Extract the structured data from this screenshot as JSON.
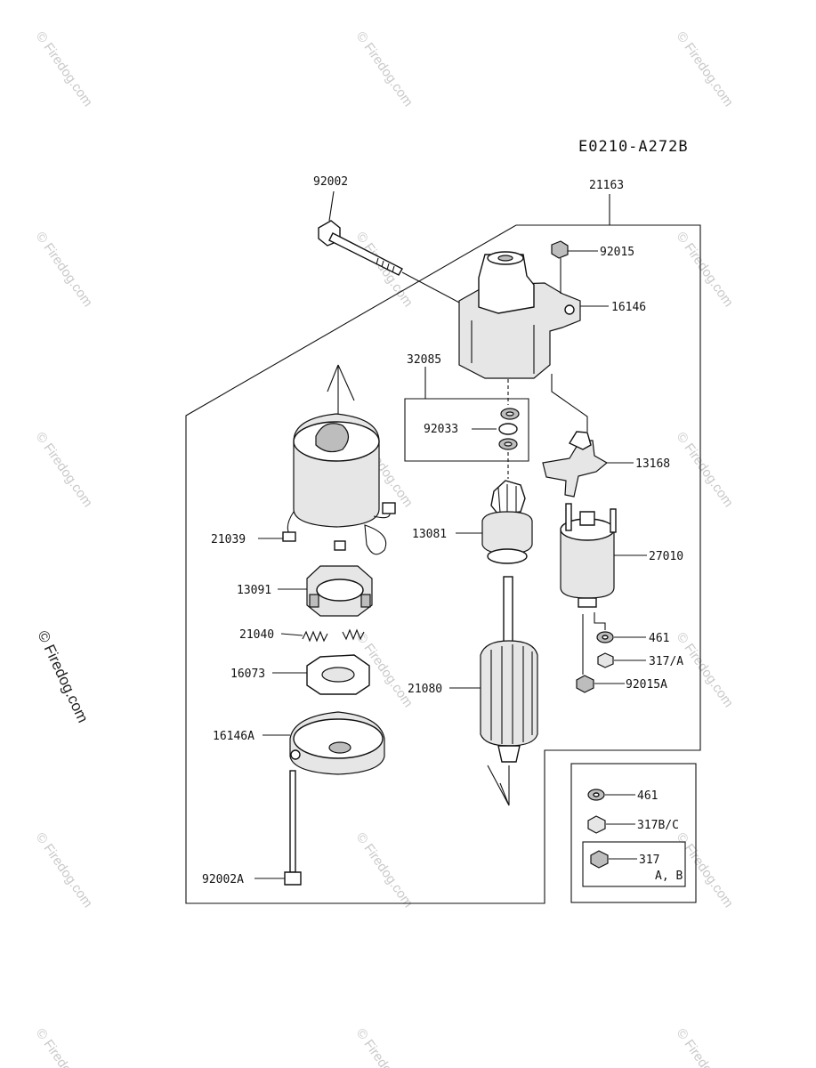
{
  "diagram_code": "E0210-A272B",
  "watermark_text": "© Firedog.com",
  "side_watermark": "© Firedog.com",
  "parts": {
    "p92002": "92002",
    "p21163": "21163",
    "p92015": "92015",
    "p16146": "16146",
    "p32085": "32085",
    "p92033": "92033",
    "p13168": "13168",
    "p21039": "21039",
    "p13081": "13081",
    "p27010": "27010",
    "p13091": "13091",
    "p21040": "21040",
    "p461": "461",
    "p317A": "317/A",
    "p16073": "16073",
    "p21080": "21080",
    "p92015A": "92015A",
    "p16146A": "16146A",
    "p92002A": "92002A"
  },
  "inset": {
    "p461": "461",
    "p317BC": "317B/C",
    "p317": "317",
    "p317_sub": "A, B"
  }
}
